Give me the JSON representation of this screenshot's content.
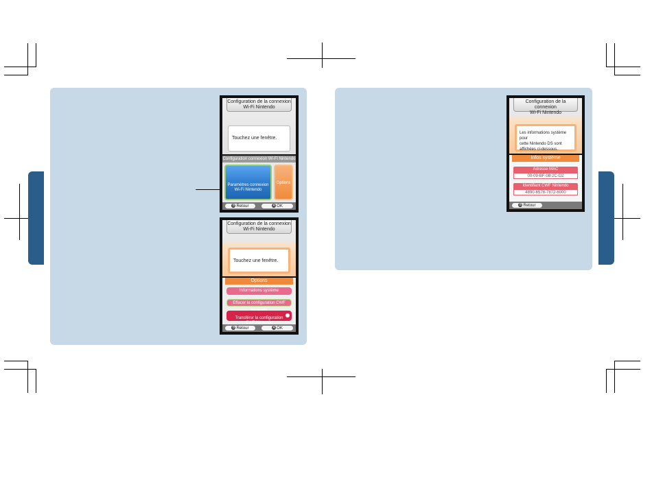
{
  "left_screens": {
    "screen1_top": {
      "title": "Configuration de la connexion\nWi-Fi Nintendo",
      "message": "Touchez une fenêtre."
    },
    "screen1_bottom": {
      "header": "Configuration connexion Wi-Fi Nintendo",
      "main_button": "Paramètres connexion\nWi-Fi Nintendo",
      "options_button": "Options",
      "back": "Retour",
      "ok": "OK"
    },
    "screen2_top": {
      "title": "Configuration de la connexion\nWi-Fi Nintendo",
      "message": "Touchez une fenêtre."
    },
    "screen2_bottom": {
      "header": "Options",
      "items": [
        "Informations système",
        "Effacer la configuration CWF Nintendo",
        "Transférer la configuration\nCWF Nintendo"
      ],
      "back": "Retour",
      "ok": "OK"
    }
  },
  "right_screens": {
    "screen3_top": {
      "title": "Configuration de la connexion\nWi-Fi Nintendo",
      "message": "Les informations système pour\ncette Nintendo DS sont\naffichées ci-dessous."
    },
    "screen3_bottom": {
      "header": "Infos système",
      "mac_label": "Adresse MAC",
      "mac_value": "00-09-BF-08-2C-D2",
      "id_label": "Identifiant CWF Nintendo",
      "id_value": "4890-6578-7872-6000",
      "back": "Retour"
    }
  },
  "colors": {
    "panel": "#c7d8e6",
    "tab": "#2b5d8a",
    "accent_orange": "#f08a3a",
    "accent_pink": "#e86070",
    "button_blue": "#2f7fd0"
  },
  "icons": {
    "retour_glyph": "B",
    "ok_glyph": "A"
  }
}
